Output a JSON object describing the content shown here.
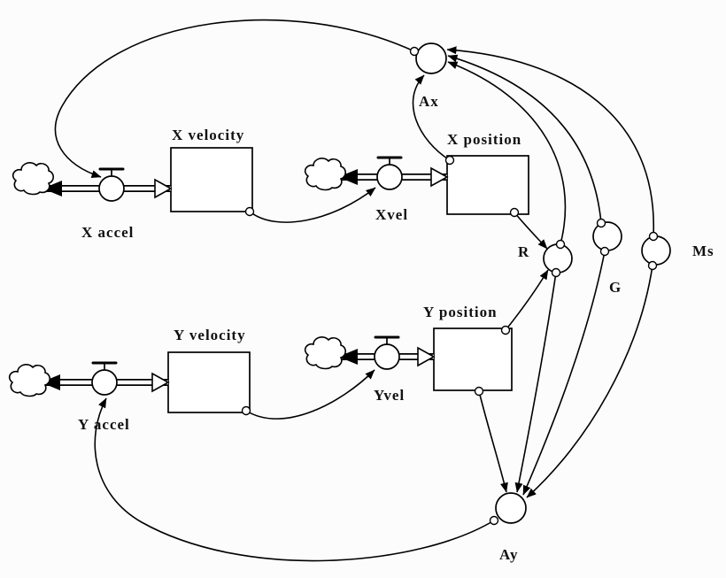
{
  "diagram": {
    "stocks": {
      "x_velocity": {
        "label": "X velocity"
      },
      "x_position": {
        "label": "X position"
      },
      "y_velocity": {
        "label": "Y velocity"
      },
      "y_position": {
        "label": "Y position"
      }
    },
    "flows": {
      "x_accel": {
        "label": "X accel"
      },
      "xvel": {
        "label": "Xvel"
      },
      "y_accel": {
        "label": "Y accel"
      },
      "yvel": {
        "label": "Yvel"
      }
    },
    "converters": {
      "ax": {
        "label": "Ax"
      },
      "r": {
        "label": "R"
      },
      "g": {
        "label": "G"
      },
      "ms": {
        "label": "Ms"
      },
      "ay": {
        "label": "Ay"
      }
    },
    "colors": {
      "stroke": "#000000",
      "fill": "#ffffff",
      "background": "#fcfcfc"
    }
  }
}
